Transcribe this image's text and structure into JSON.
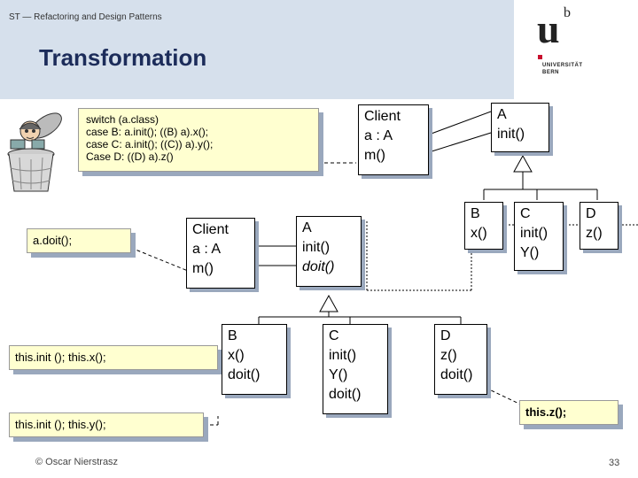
{
  "header": {
    "course": "ST — Refactoring and Design Patterns",
    "title": "Transformation",
    "logo": {
      "letter": "u",
      "superscript": "b",
      "line1": "UNIVERSITÄT",
      "line2": "BERN"
    }
  },
  "notes": {
    "switch": [
      "switch (a.class)",
      "case B: a.init(); ((B) a).x();",
      "case C: a.init(); ((C)) a).y();",
      "Case D: ((D) a).z()"
    ],
    "doit": "a.doit();",
    "this_x": "this.init (); this.x();",
    "this_y": "this.init (); this.y();",
    "this_z": "this.z();"
  },
  "top_diagram": {
    "client": [
      "Client",
      "a : A",
      "m()"
    ],
    "a": [
      "A",
      "init()"
    ],
    "b": [
      "B",
      "x()"
    ],
    "c": [
      "C",
      "init()",
      "Y()"
    ],
    "d": [
      "D",
      "z()"
    ]
  },
  "bottom_diagram": {
    "client": [
      "Client",
      "a : A",
      "m()"
    ],
    "a": [
      "A",
      "init()",
      "doit()"
    ],
    "b": [
      "B",
      "x()",
      "doit()"
    ],
    "c": [
      "C",
      "init()",
      "Y()",
      "doit()"
    ],
    "d": [
      "D",
      "z()",
      "doit()"
    ]
  },
  "footer": {
    "author": "© Oscar Nierstrasz",
    "page": "33"
  },
  "colors": {
    "header_bg": "#d6e0ec",
    "note_bg": "#ffffd0",
    "shadow": "#9aa8bd",
    "title": "#1c2c5a"
  },
  "icons": {
    "clipart": "trash-can-cartoon-icon"
  }
}
